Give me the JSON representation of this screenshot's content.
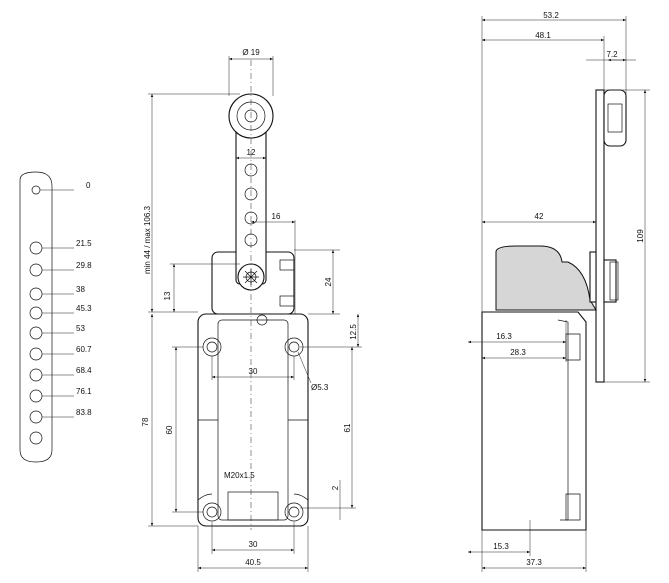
{
  "scale_labels": [
    "0",
    "21.5",
    "29.8",
    "38",
    "45.3",
    "53",
    "60.7",
    "68.4",
    "76.1",
    "83.8"
  ],
  "front": {
    "roller_dia": "Ø 19",
    "lever_width": "12",
    "offset_16": "16",
    "lever_range": "min 44 / max 106.3",
    "dim_24": "24",
    "dim_13": "13",
    "dim_12_5": "12.5",
    "hole_spacing_top": "30",
    "hole_dia": "Ø5.3",
    "dim_60": "60",
    "dim_78": "78",
    "dim_61": "61",
    "thread": "M20x1.5",
    "dim_2": "2",
    "hole_spacing_bottom": "30",
    "width_total": "40.5"
  },
  "side": {
    "dim_53_2": "53.2",
    "dim_48_1": "48.1",
    "dim_7_2": "7.2",
    "dim_42": "42",
    "dim_109": "109",
    "dim_16_3": "16.3",
    "dim_28_3": "28.3",
    "dim_15_3": "15.3",
    "dim_37_3": "37.3"
  }
}
